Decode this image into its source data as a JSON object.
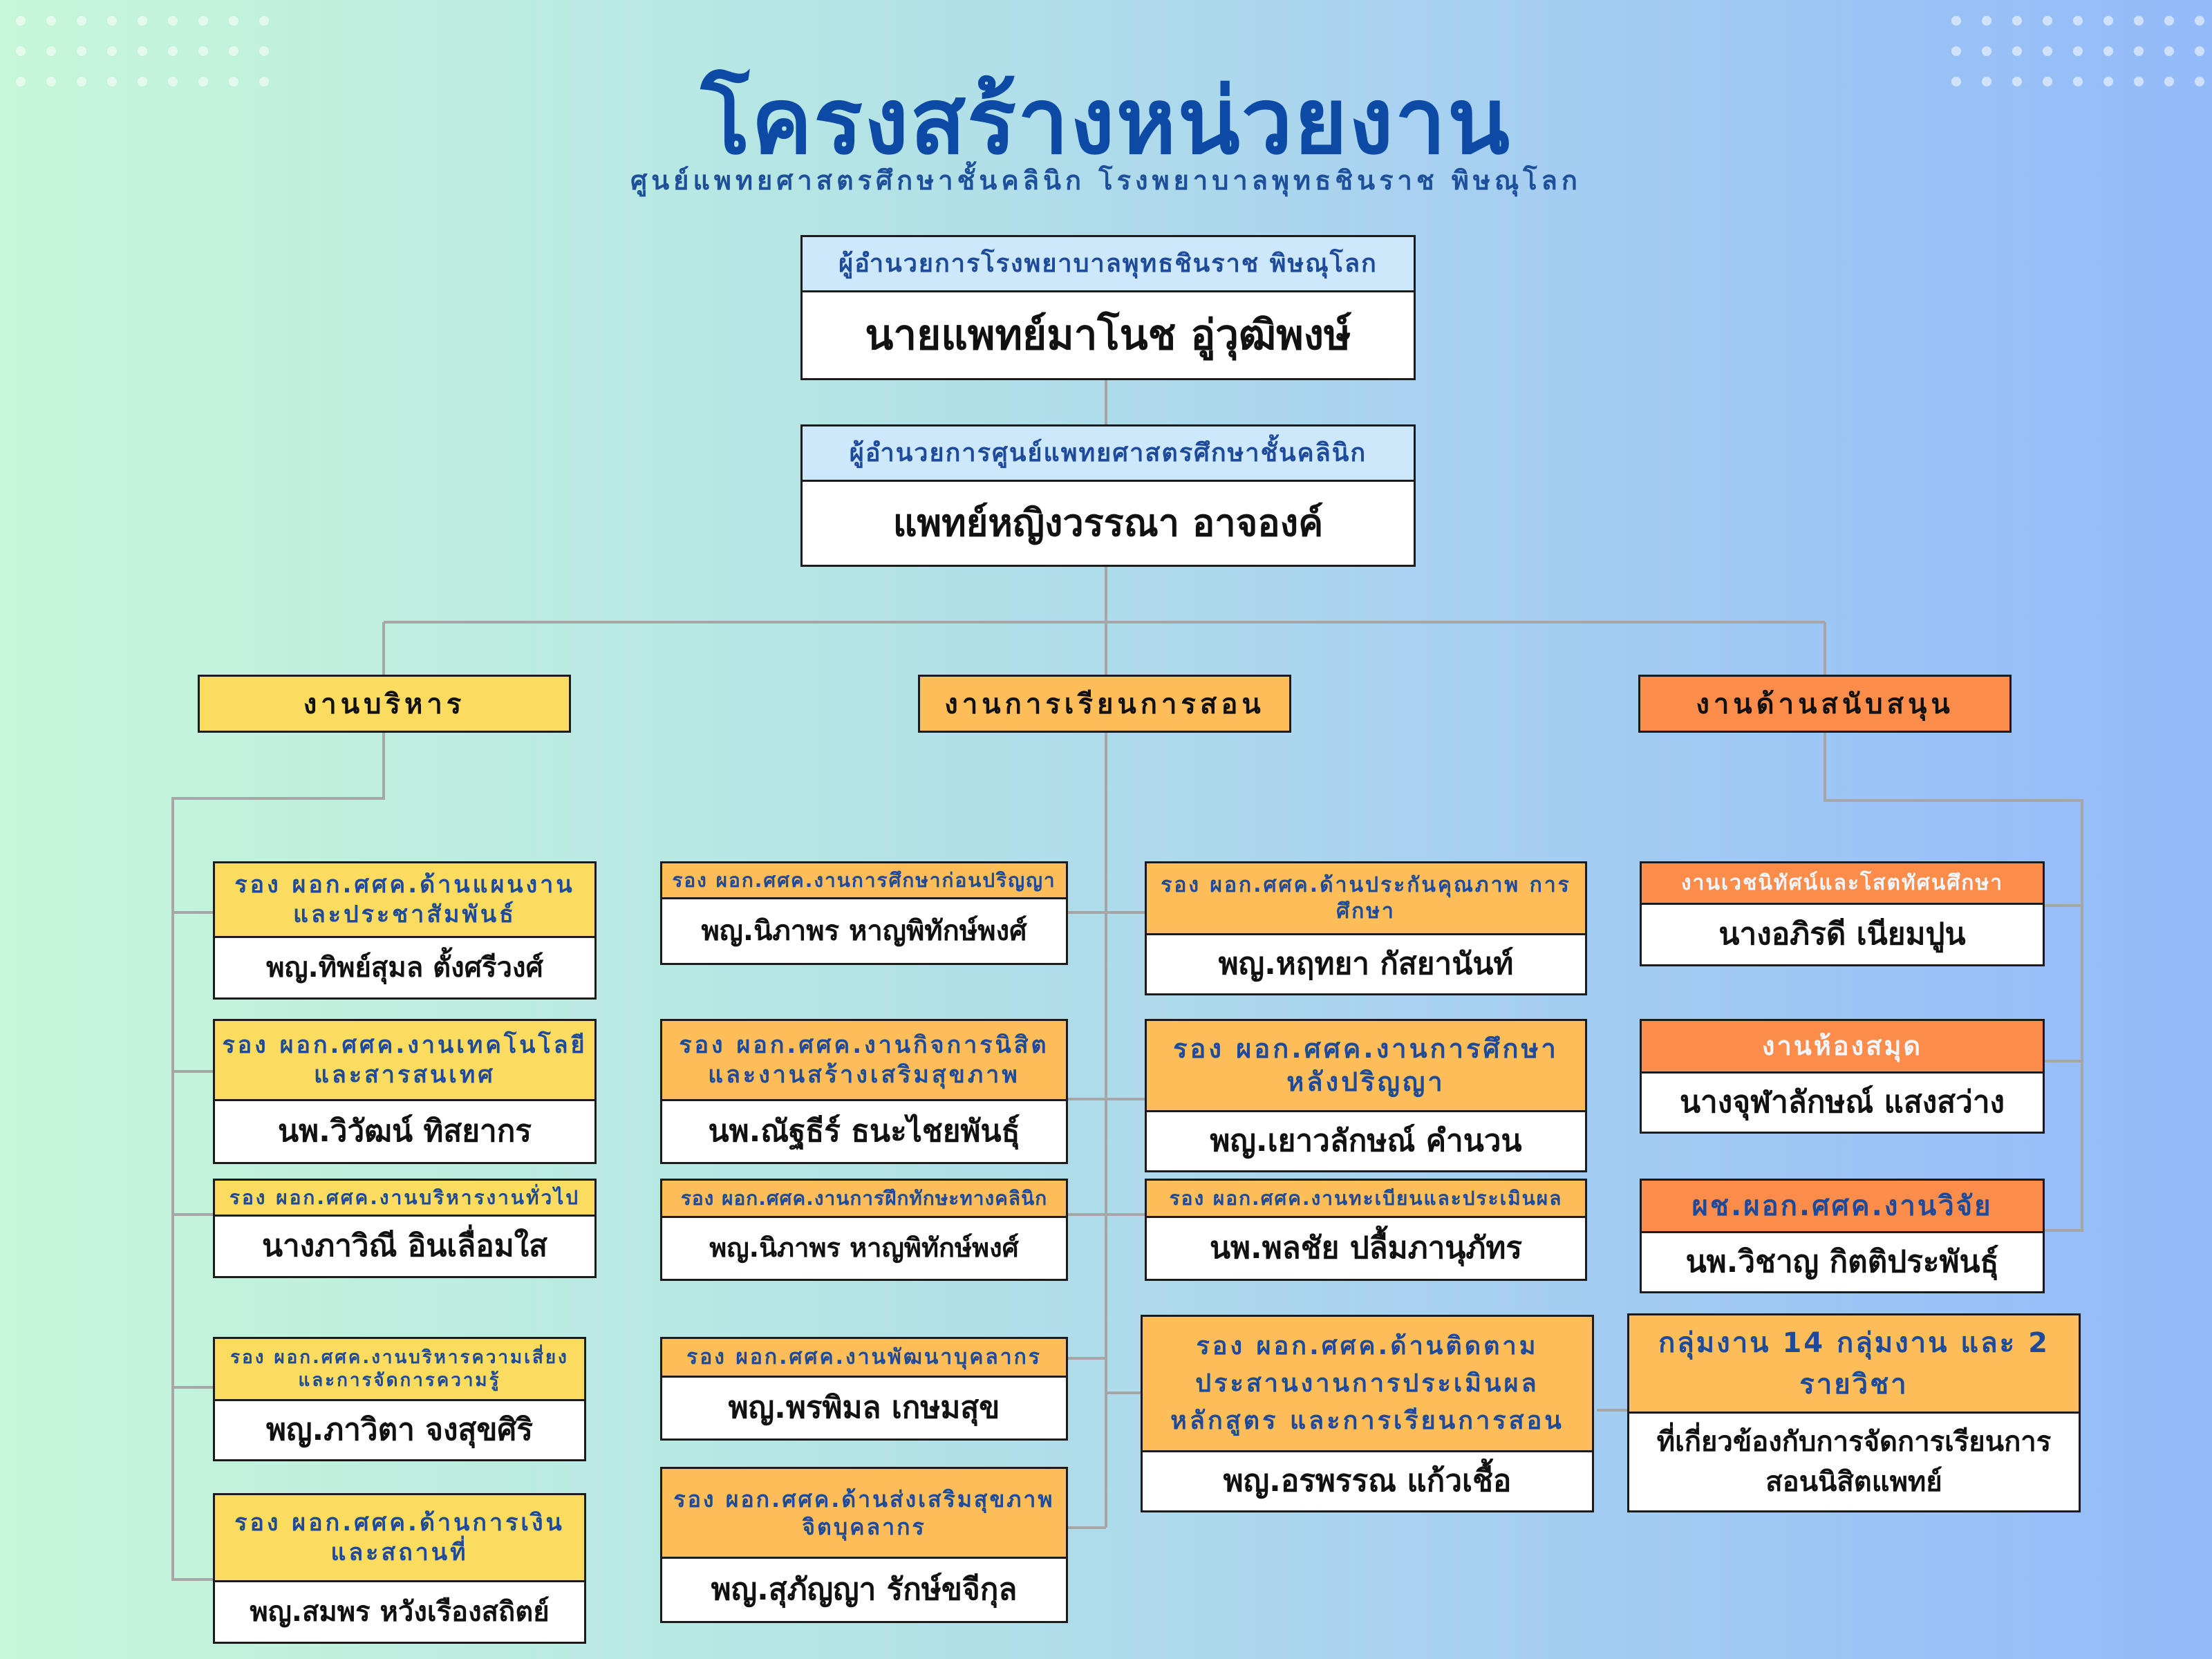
{
  "header": {
    "title": "โครงสร้างหน่วยงาน",
    "subtitle": "ศูนย์แพทยศาสตรศึกษาชั้นคลินิก โรงพยาบาลพุทธชินราช พิษณุโลก"
  },
  "top": [
    {
      "role": "ผู้อำนวยการโรงพยาบาลพุทธชินราช พิษณุโลก",
      "name": "นายแพทย์มาโนช อู่วุฒิพงษ์"
    },
    {
      "role": "ผู้อำนวยการศูนย์แพทยศาสตรศึกษาชั้นคลินิก",
      "name": "แพทย์หญิงวรรณา อาจองค์"
    }
  ],
  "departments": [
    {
      "label": "งานบริหาร",
      "color": "#fcdc5e"
    },
    {
      "label": "งานการเรียนการสอน",
      "color": "#fdbd58"
    },
    {
      "label": "งานด้านสนับสนุน",
      "color": "#fb8c49"
    }
  ],
  "admin": [
    {
      "role": "รอง ผอก.ศศค.ด้านแผนงาน และประชาสัมพันธ์",
      "name": "พญ.ทิพย์สุมล ตั้งศรีวงศ์"
    },
    {
      "role": "รอง ผอก.ศศค.งานเทคโนโลยี และสารสนเทศ",
      "name": "นพ.วิวัฒน์ ทิสยากร"
    },
    {
      "role": "รอง ผอก.ศศค.งานบริหารงานทั่วไป",
      "name": "นางภาวิณี อินเลื่อมใส"
    },
    {
      "role": "รอง ผอก.ศศค.งานบริหารความเสี่ยง และการจัดการความรู้",
      "name": "พญ.ภาวิตา จงสุขศิริ"
    },
    {
      "role": "รอง ผอก.ศศค.ด้านการเงิน และสถานที่",
      "name": "พญ.สมพร หวังเรืองสถิตย์"
    }
  ],
  "teaching_left": [
    {
      "role": "รอง ผอก.ศศค.งานการศึกษาก่อนปริญญา",
      "name": "พญ.นิภาพร หาญพิทักษ์พงศ์"
    },
    {
      "role": "รอง ผอก.ศศค.งานกิจการนิสิต และงานสร้างเสริมสุขภาพ",
      "name": "นพ.ณัฐธีร์ ธนะไชยพันธุ์"
    },
    {
      "role": "รอง ผอก.ศศค.งานการฝึกทักษะทางคลินิก",
      "name": "พญ.นิภาพร หาญพิทักษ์พงศ์"
    },
    {
      "role": "รอง ผอก.ศศค.งานพัฒนาบุคลากร",
      "name": "พญ.พรพิมล เกษมสุข"
    },
    {
      "role": "รอง ผอก.ศศค.ด้านส่งเสริมสุขภาพ จิตบุคลากร",
      "name": "พญ.สุภัญญา รักษ์ขจีกุล"
    }
  ],
  "teaching_right": [
    {
      "role": "รอง ผอก.ศศค.ด้านประกันคุณภาพ การศึกษา",
      "name": "พญ.หฤทยา กัสยานันท์"
    },
    {
      "role": "รอง ผอก.ศศค.งานการศึกษา หลังปริญญา",
      "name": "พญ.เยาวลักษณ์ คำนวน"
    },
    {
      "role": "รอง ผอก.ศศค.งานทะเบียนและประเมินผล",
      "name": "นพ.พลชัย ปลื้มภานุภัทร"
    },
    {
      "role": "รอง ผอก.ศศค.ด้านติดตาม ประสานงานการประเมินผล หลักสูตร และการเรียนการสอน",
      "name": "พญ.อรพรรณ แก้วเชื้อ"
    }
  ],
  "support": [
    {
      "role": "งานเวชนิทัศน์และโสตทัศนศึกษา",
      "name": "นางอภิรดี เนียมปูน"
    },
    {
      "role": "งานห้องสมุด",
      "name": "นางจุฬาลักษณ์ แสงสว่าง"
    },
    {
      "role": "ผช.ผอก.ศศค.งานวิจัย",
      "name": "นพ.วิชาญ กิตติประพันธุ์"
    },
    {
      "role": "กลุ่มงาน 14 กลุ่มงาน และ 2 รายวิชา",
      "name": "ที่เกี่ยวข้องกับการจัดการเรียนการ สอนนิสิตแพทย์"
    }
  ]
}
